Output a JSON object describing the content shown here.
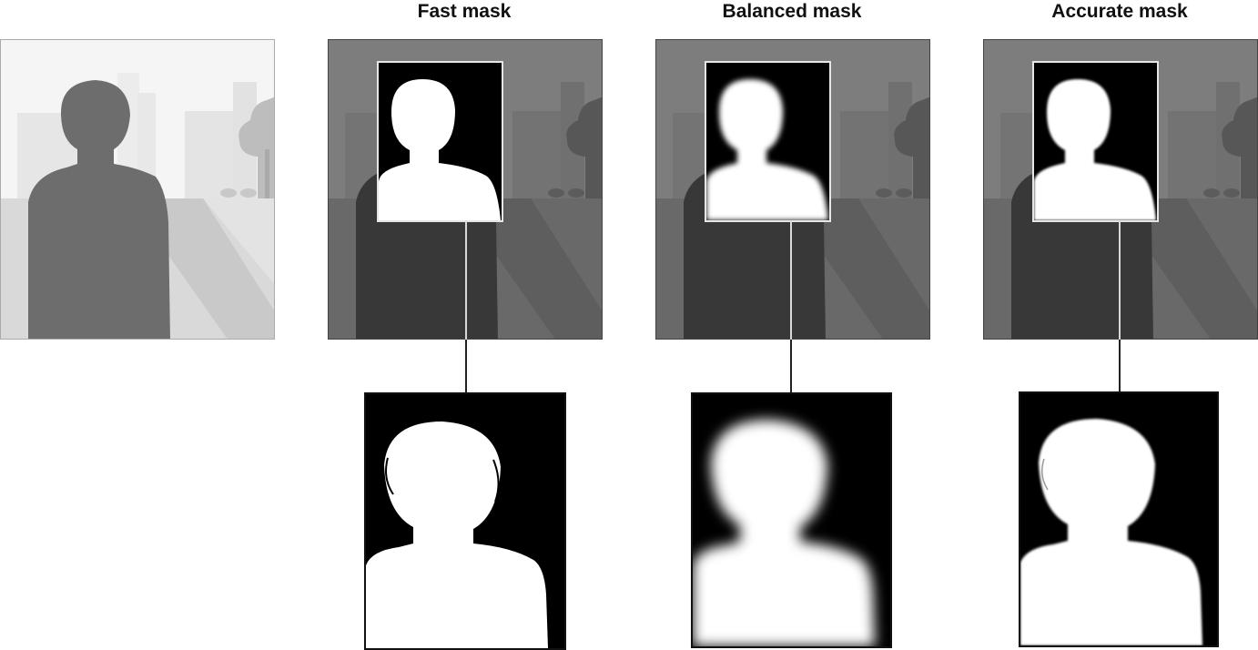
{
  "headers": {
    "fast": "Fast mask",
    "balanced": "Balanced mask",
    "accurate": "Accurate mask"
  },
  "colors": {
    "sky_original": "#f4f4f4",
    "ground_original": "#d6d6d6",
    "person_original": "#6c6c6c",
    "sky_dimmed": "#7c7c7c",
    "ground_dimmed": "#686868",
    "person_dimmed": "#383838",
    "mask_background": "#000000",
    "mask_foreground": "#ffffff"
  },
  "icons": {
    "original": "person-silhouette-scene-icon",
    "mask": "person-mask-icon"
  }
}
